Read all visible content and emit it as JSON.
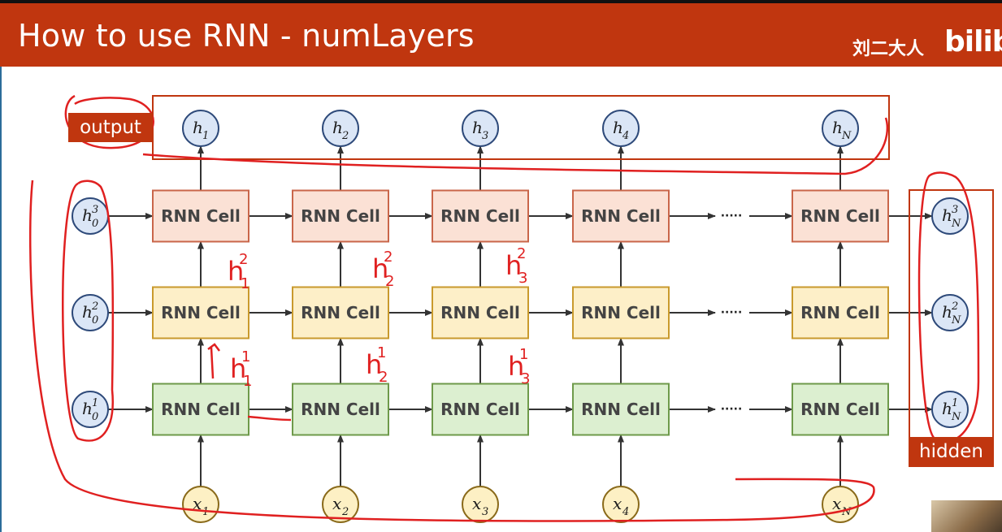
{
  "title": "How to use RNN - numLayers",
  "watermark": {
    "text_cn": "刘二大人",
    "logo": "bilib"
  },
  "labels": {
    "output": "output",
    "hidden": "hidden"
  },
  "cell_label": "RNN Cell",
  "ellipsis": "·····",
  "columns": [
    {
      "x": "x",
      "x_sub": "1",
      "h": "h",
      "h_sub": "1"
    },
    {
      "x": "x",
      "x_sub": "2",
      "h": "h",
      "h_sub": "2"
    },
    {
      "x": "x",
      "x_sub": "3",
      "h": "h",
      "h_sub": "3"
    },
    {
      "x": "x",
      "x_sub": "4",
      "h": "h",
      "h_sub": "4"
    },
    {
      "x": "x",
      "x_sub": "N",
      "h": "h",
      "h_sub": "N"
    }
  ],
  "layers": [
    {
      "layer": "3",
      "init": "h",
      "init_sub": "0",
      "final": "h",
      "final_sub": "N",
      "fill": "#fbe1d5",
      "stroke": "#c9664a"
    },
    {
      "layer": "2",
      "init": "h",
      "init_sub": "0",
      "final": "h",
      "final_sub": "N",
      "fill": "#fdefc8",
      "stroke": "#c99a2d"
    },
    {
      "layer": "1",
      "init": "h",
      "init_sub": "0",
      "final": "h",
      "final_sub": "N",
      "fill": "#dcefd0",
      "stroke": "#6e9a4a"
    }
  ],
  "annotations": [
    {
      "base": "h",
      "sup": "2",
      "sub": "1"
    },
    {
      "base": "h",
      "sup": "2",
      "sub": "2"
    },
    {
      "base": "h",
      "sup": "2",
      "sub": "3"
    },
    {
      "base": "h",
      "sup": "1",
      "sub": "1"
    },
    {
      "base": "h",
      "sup": "1",
      "sub": "2"
    },
    {
      "base": "h",
      "sup": "1",
      "sub": "3"
    }
  ],
  "colors": {
    "header": "#c0360f",
    "output_node_fill": "#dbe6f6",
    "output_node_stroke": "#2e4a7a",
    "input_node_fill": "#fdf0c4",
    "input_node_stroke": "#8a6a1a",
    "ink": "#e02020"
  }
}
